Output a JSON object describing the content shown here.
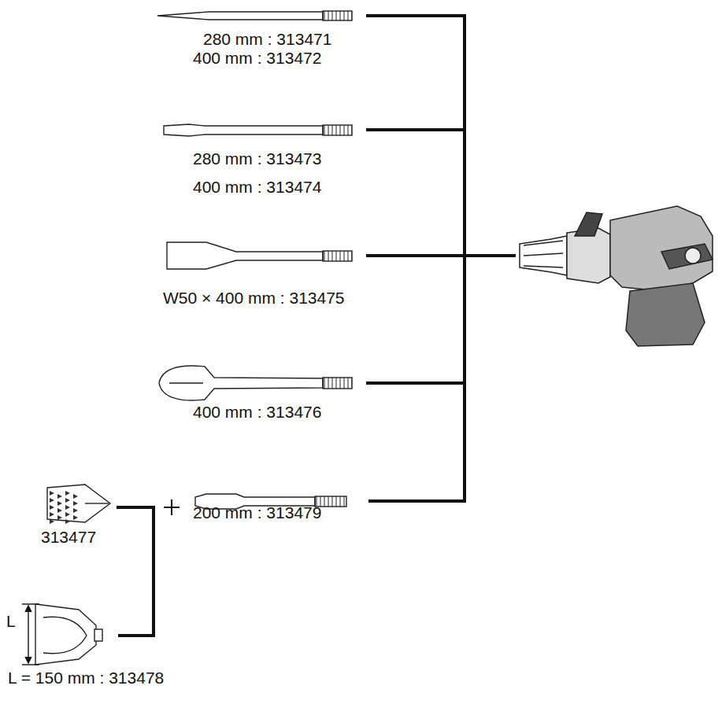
{
  "diagram": {
    "labels": [
      "280 mm : 313471",
      "400 mm : 313472",
      "280 mm : 313473",
      "400 mm : 313474",
      "W50 × 400 mm : 313475",
      "400 mm : 313476",
      "313477",
      "200 mm : 313479",
      "L",
      "L = 150 mm : 313478"
    ]
  }
}
